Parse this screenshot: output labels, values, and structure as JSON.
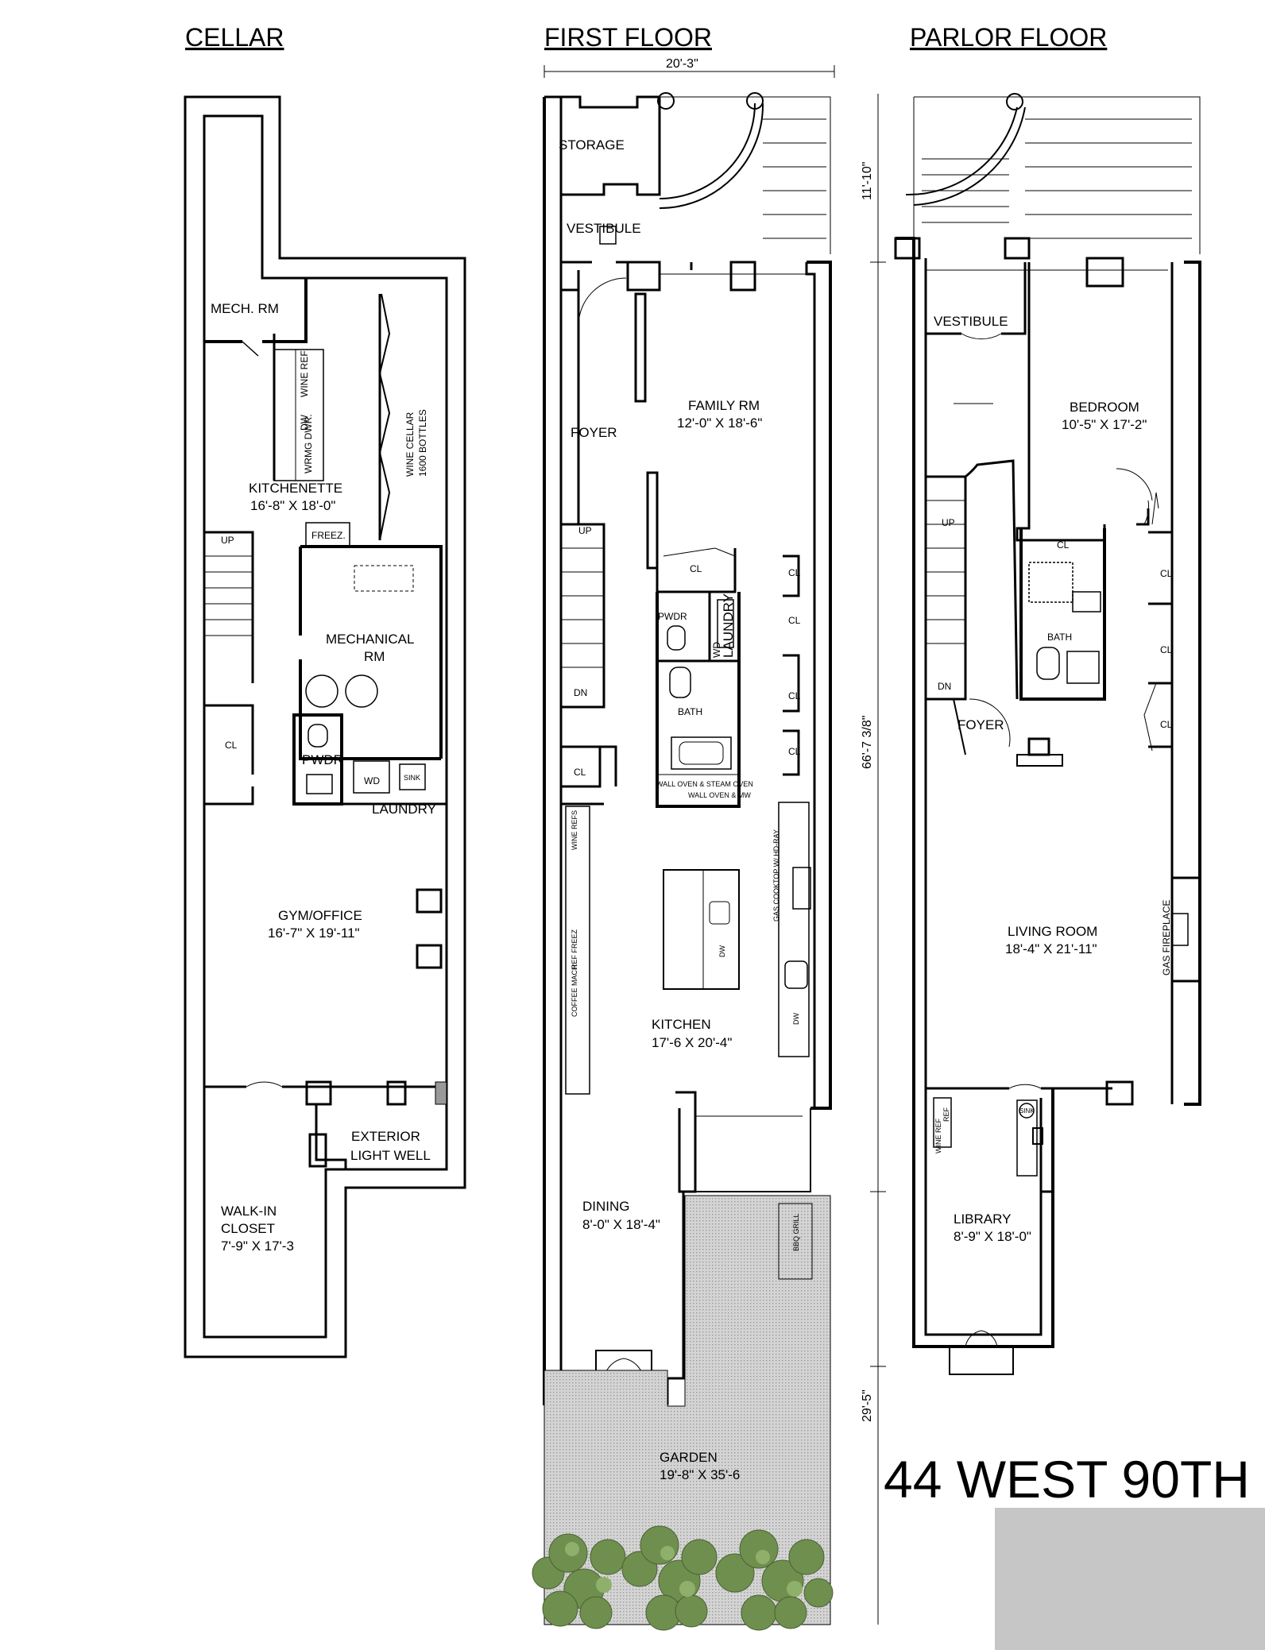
{
  "sections": {
    "cellar": "CELLAR",
    "first_floor": "FIRST FLOOR",
    "parlor_floor": "PARLOR FLOOR"
  },
  "address": "44 WEST 90TH",
  "dimensions": {
    "width_first": "20'-3\"",
    "front_depth": "11'-10\"",
    "main_depth": "66'-7 3/8\"",
    "garden_depth": "29'-5\""
  },
  "cellar": {
    "mech_rm": "MECH. RM",
    "wine_ref": "WINE REF",
    "dw": "DW",
    "wrmg_dwr": "WRMG DWR.",
    "wine_cellar": "WINE CELLAR",
    "wine_cellar_bottles": "1600 BOTTLES",
    "kitchenette": "KITCHENETTE",
    "kitchenette_dim": "16'-8\" X 18'-0\"",
    "freez": "FREEZ.",
    "up": "UP",
    "mechanical": "MECHANICAL",
    "mechanical_rm": "RM",
    "cl": "CL",
    "pwdr": "PWDR",
    "wd": "WD",
    "sink": "SINK",
    "laundry": "LAUNDRY",
    "gym": "GYM/OFFICE",
    "gym_dim": "16'-7\" X 19'-11\"",
    "exterior": "EXTERIOR",
    "light_well": "LIGHT WELL",
    "walkin": "WALK-IN",
    "closet": "CLOSET",
    "walkin_dim": "7'-9\" X 17'-3"
  },
  "first": {
    "storage": "STORAGE",
    "vestibule": "VESTIBULE",
    "family_rm": "FAMILY RM",
    "family_dim": "12'-0\" X 18'-6\"",
    "foyer": "FOYER",
    "up": "UP",
    "dn": "DN",
    "cl": "CL",
    "pwdr": "PWDR",
    "wd": "WD",
    "laundry": "LAUNDRY",
    "bath": "BATH",
    "wall_oven_steam": "WALL OVEN & STEAM OVEN",
    "wall_oven_mw": "WALL OVEN & MW",
    "wine_refs": "WINE REFS",
    "gas_cooktop": "GAS COOKTOP W/ HD-RAY",
    "ref_freez": "REF FREEZ",
    "coffee_mach": "COFFEE MACH",
    "dw": "DW",
    "kitchen": "KITCHEN",
    "kitchen_dim": "17'-6 X 20'-4\"",
    "dining": "DINING",
    "dining_dim": "8'-0\" X 18'-4\"",
    "bbq_grill": "BBQ GRILL",
    "garden": "GARDEN",
    "garden_dim": "19'-8\" X 35'-6"
  },
  "parlor": {
    "vestibule": "VESTIBULE",
    "bedroom": "BEDROOM",
    "bedroom_dim": "10'-5\" X 17'-2\"",
    "up": "UP",
    "dn": "DN",
    "cl": "CL",
    "bath": "BATH",
    "foyer": "FOYER",
    "living": "LIVING ROOM",
    "living_dim": "18'-4\" X 21'-11\"",
    "gas_fireplace": "GAS FIREPLACE",
    "ref": "REF",
    "wine_ref": "WINE REF",
    "sink": "SINK",
    "library": "LIBRARY",
    "library_dim": "8'-9\" X 18'-0\""
  },
  "colors": {
    "line": "#000000",
    "garden_fill": "#d0d0d0",
    "shrub": "#6f8f4f",
    "gray_box": "#c6c6c6"
  }
}
